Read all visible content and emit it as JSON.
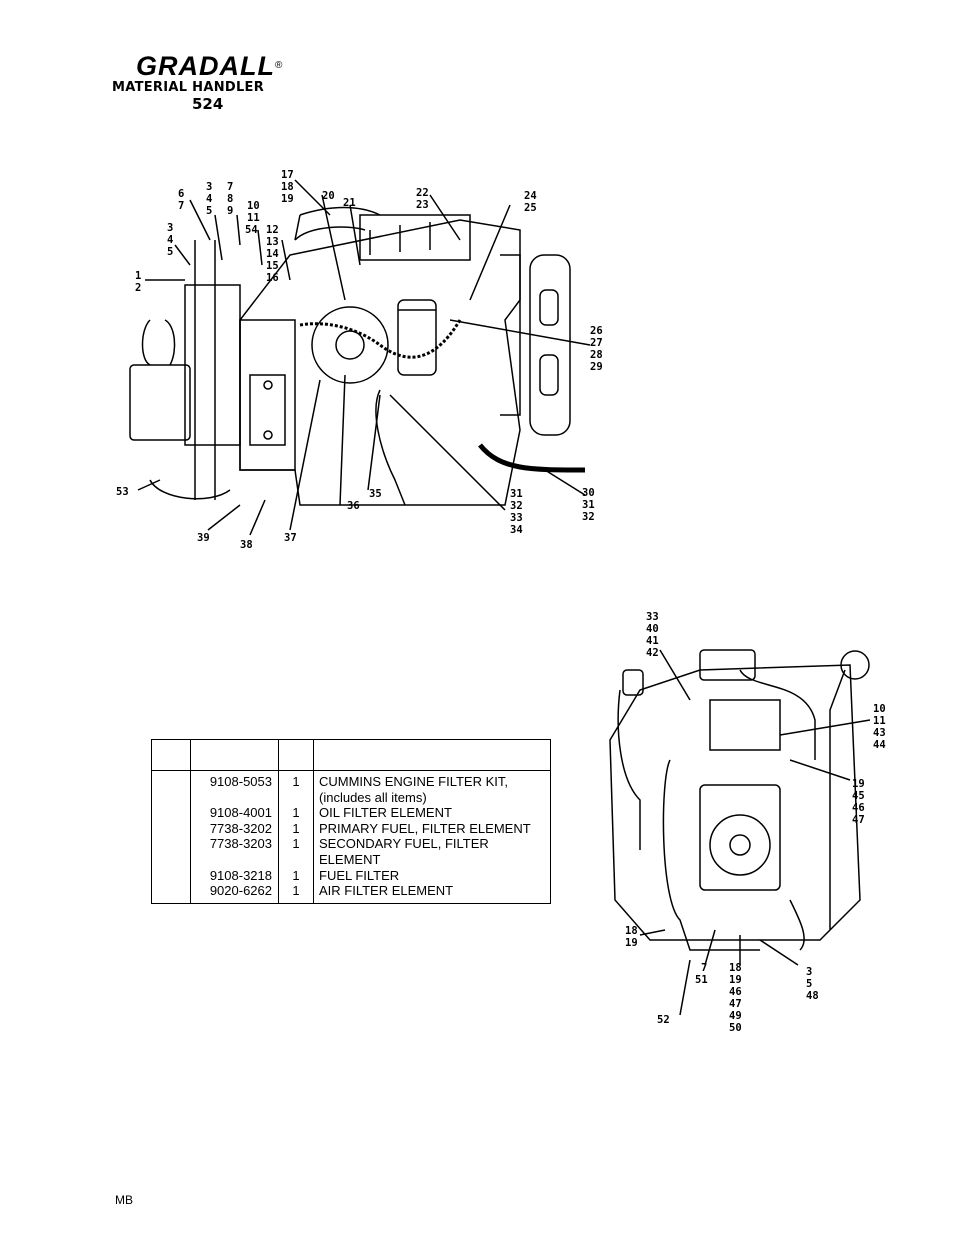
{
  "header": {
    "brand": "GRADALL",
    "registered": "®",
    "product_line": "MATERIAL HANDLER",
    "model": "524"
  },
  "figure_top": {
    "callouts": [
      "6\n7",
      "3\n4\n5",
      "7\n8\n9",
      "10\n11\n54",
      "12\n13\n14\n15\n16",
      "17\n18\n19",
      "20",
      "21",
      "22\n23",
      "24\n25",
      "3\n4\n5",
      "1\n2",
      "26\n27\n28\n29",
      "53",
      "39",
      "38",
      "37",
      "36",
      "35",
      "31\n32\n33\n34",
      "30\n31\n32"
    ]
  },
  "figure_bottom": {
    "callouts": [
      "33\n40\n41\n42",
      "10\n11\n43\n44",
      "19\n45\n46\n47",
      "18\n19",
      "7\n51",
      "18\n19\n46\n47\n49\n50",
      "3\n5\n48",
      "52"
    ]
  },
  "parts_table": {
    "headers": [
      "",
      "",
      "",
      ""
    ],
    "rows": [
      {
        "part": "9108-5053",
        "qty": "1",
        "desc": "CUMMINS ENGINE FILTER KIT,"
      },
      {
        "part": "",
        "qty": "",
        "desc": "(includes all items)"
      },
      {
        "part": "9108-4001",
        "qty": "1",
        "desc": "OIL FILTER ELEMENT"
      },
      {
        "part": "7738-3202",
        "qty": "1",
        "desc": "PRIMARY FUEL, FILTER ELEMENT"
      },
      {
        "part": "7738-3203",
        "qty": "1",
        "desc": "SECONDARY FUEL, FILTER"
      },
      {
        "part": "",
        "qty": "",
        "desc": "ELEMENT"
      },
      {
        "part": "9108-3218",
        "qty": "1",
        "desc": "FUEL FILTER"
      },
      {
        "part": "9020-6262",
        "qty": "1",
        "desc": "AIR FILTER ELEMENT"
      }
    ]
  },
  "footer": {
    "code": "MB"
  }
}
